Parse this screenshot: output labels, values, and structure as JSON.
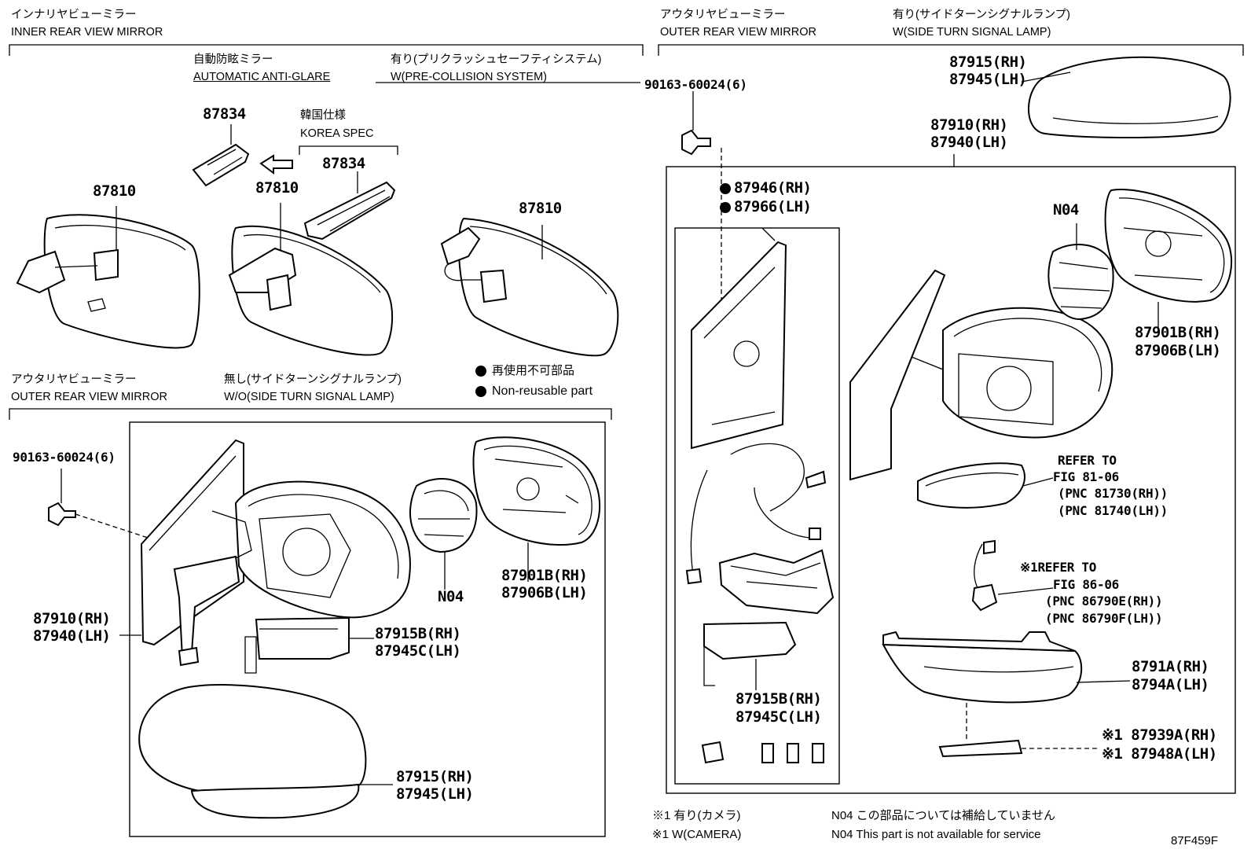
{
  "headers": {
    "inner_jp": "インナリヤビューミラー",
    "inner_en": "INNER REAR VIEW MIRROR",
    "auto_jp": "自動防眩ミラー",
    "auto_en": "AUTOMATIC ANTI-GLARE",
    "pcs_jp": "有り(プリクラッシュセーフティシステム)",
    "pcs_en": "W(PRE-COLLISION SYSTEM)",
    "korea_jp": "韓国仕様",
    "korea_en": "KOREA SPEC",
    "outer_wo_jp": "アウタリヤビューミラー",
    "outer_wo_en": "OUTER REAR VIEW MIRROR",
    "wo_lamp_jp": "無し(サイドターンシグナルランプ)",
    "wo_lamp_en": "W/O(SIDE TURN SIGNAL LAMP)",
    "outer_w_jp": "アウタリヤビューミラー",
    "outer_w_en": "OUTER REAR VIEW MIRROR",
    "w_lamp_jp": "有り(サイドターンシグナルランプ)",
    "w_lamp_en": "W(SIDE TURN SIGNAL LAMP)"
  },
  "legend": {
    "nonreuse_jp": "再使用不可部品",
    "nonreuse_en": "Non-reusable part"
  },
  "parts": {
    "p87834a": "87834",
    "p87834b": "87834",
    "p87810a": "87810",
    "p87810b": "87810",
    "p87810c": "87810",
    "bolt_left": "90163-60024(6)",
    "bolt_right": "90163-60024(6)",
    "n04_left": "N04",
    "n04_right": "N04",
    "p87901b_l": "87901B(RH)",
    "p87906b_l": "87906B(LH)",
    "p87910_l": "87910(RH)",
    "p87940_l": "87940(LH)",
    "p87915b_l": "87915B(RH)",
    "p87945c_l": "87945C(LH)",
    "p87915_l": "87915(RH)",
    "p87945_l": "87945(LH)",
    "p87915_r": "87915(RH)",
    "p87945_r": "87945(LH)",
    "p87910_r": "87910(RH)",
    "p87940_r": "87940(LH)",
    "p87946": "87946(RH)",
    "p87966": "87966(LH)",
    "p87901b_r": "87901B(RH)",
    "p87906b_r": "87906B(LH)",
    "p87915b_r": "87915B(RH)",
    "p87945c_r": "87945C(LH)",
    "p8791a": "8791A(RH)",
    "p8794a": "8794A(LH)",
    "p87939a": "※1 87939A(RH)",
    "p87948a": "※1 87948A(LH)"
  },
  "refs": {
    "ref1_l1": "REFER TO",
    "ref1_l2": "FIG 81-06",
    "ref1_l3": "(PNC 81730(RH))",
    "ref1_l4": "(PNC 81740(LH))",
    "ref2_l1": "※1REFER TO",
    "ref2_l2": "FIG 86-06",
    "ref2_l3": "(PNC 86790E(RH))",
    "ref2_l4": "(PNC 86790F(LH))"
  },
  "footnotes": {
    "camera_jp": "※1 有り(カメラ)",
    "camera_en": "※1 W(CAMERA)",
    "n04_jp": "N04 この部品については補給していません",
    "n04_en": "N04 This part is not available for service",
    "fig_id": "87F459F"
  }
}
